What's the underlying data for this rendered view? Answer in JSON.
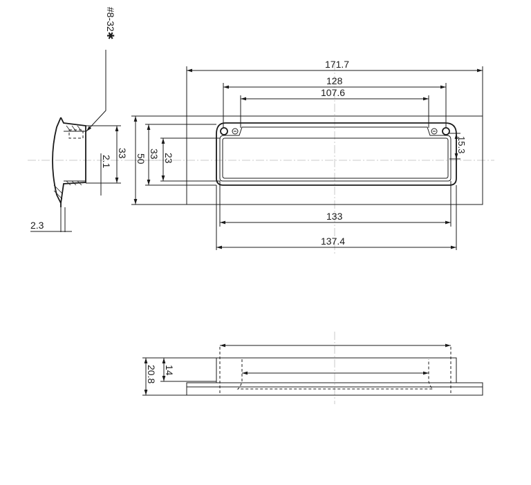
{
  "drawing": {
    "thread_callout": "#8-32✱",
    "top_view": {
      "overall_length": "171.7",
      "hole_spacing_outer": "128",
      "hole_spacing_inner": "107.6",
      "window_length": "133",
      "body_length": "137.4",
      "overall_height": "50",
      "body_height": "33",
      "window_height": "23",
      "hole_offset": "15.3"
    },
    "side_view": {
      "body_height": "33",
      "lip": "2.1",
      "flange_thickness": "2.3"
    },
    "front_view": {
      "overall_depth": "20.8",
      "body_depth": "14"
    }
  }
}
